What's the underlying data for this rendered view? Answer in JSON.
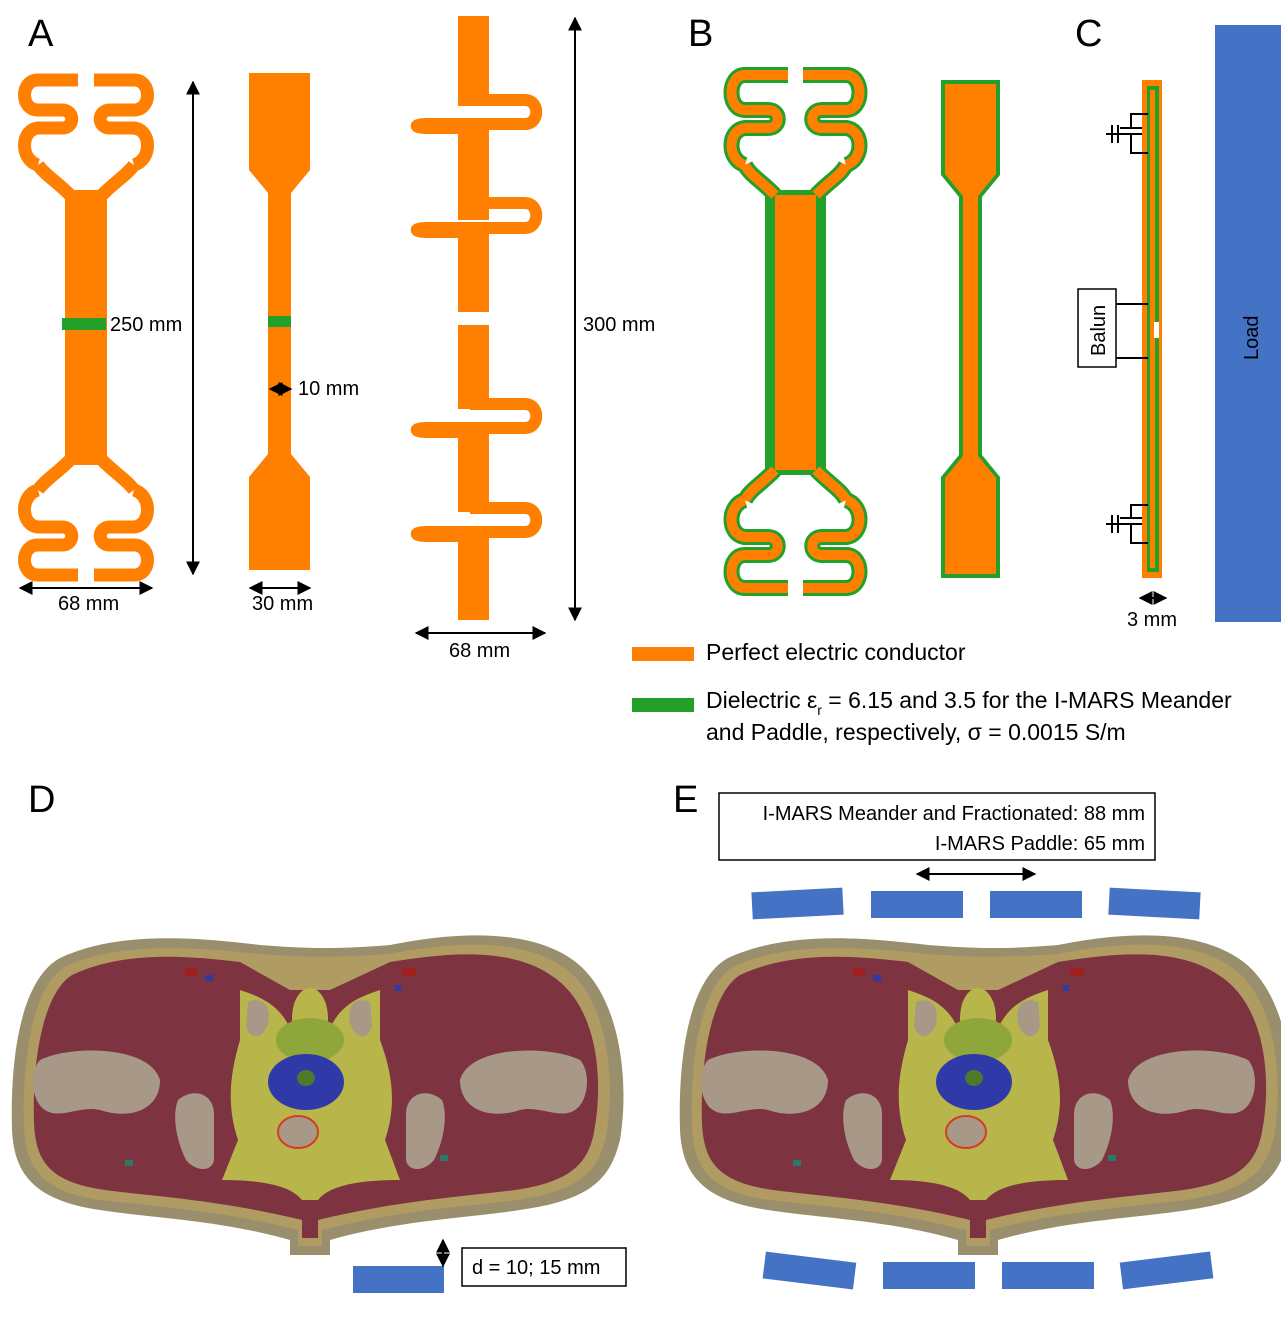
{
  "panels": {
    "A": "A",
    "B": "B",
    "C": "C",
    "D": "D",
    "E": "E"
  },
  "dimensions": {
    "length_250": "250 mm",
    "width_10": "10 mm",
    "length_300": "300 mm",
    "width_68_a": "68 mm",
    "width_30": "30 mm",
    "width_68_b": "68 mm",
    "gap_3": "3 mm"
  },
  "component_labels": {
    "balun": "Balun",
    "load": "Load"
  },
  "legend": {
    "conductor": "Perfect electric conductor",
    "dielectric_line1_pre": "Dielectric ε",
    "dielectric_sub": "r",
    "dielectric_line1_post": " = 6.15 and 3.5 for the I-MARS Meander",
    "dielectric_line2": "and Paddle, respectively, σ = 0.0015 S/m"
  },
  "panel_d": {
    "distance_label": "d = 10; 15 mm"
  },
  "panel_e": {
    "spacing_line1": "I-MARS Meander and Fractionated: 88 mm",
    "spacing_line2": "I-MARS Paddle: 65 mm"
  },
  "colors": {
    "conductor": "#ff8000",
    "dielectric": "#22a02a",
    "coil": "#4472c4",
    "muscle": "#7d3440",
    "fat": "#b09c62",
    "skin": "#9a8f6c",
    "fat_inner": "#b8b54a",
    "bone": "#a89888",
    "bladder": "#2f3aa8",
    "prostate_top": "#8ea63a"
  }
}
